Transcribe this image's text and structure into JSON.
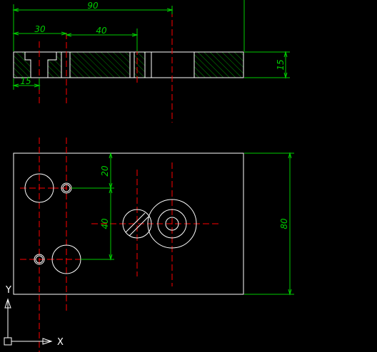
{
  "drawing": {
    "colors": {
      "outline": "#ffffff",
      "dimension": "#00cc00",
      "centerline": "#ff0000",
      "hatch": "#00b400"
    },
    "top_view": {
      "dim_total_width": "90",
      "dim_left_segment": "30",
      "dim_mid_segment": "40",
      "dim_bottom_left": "15",
      "dim_thickness": "15"
    },
    "plan_view": {
      "dim_height": "80",
      "dim_upper_offset": "20",
      "dim_lower_offset": "40"
    },
    "ucs": {
      "x_label": "X",
      "y_label": "Y"
    }
  }
}
